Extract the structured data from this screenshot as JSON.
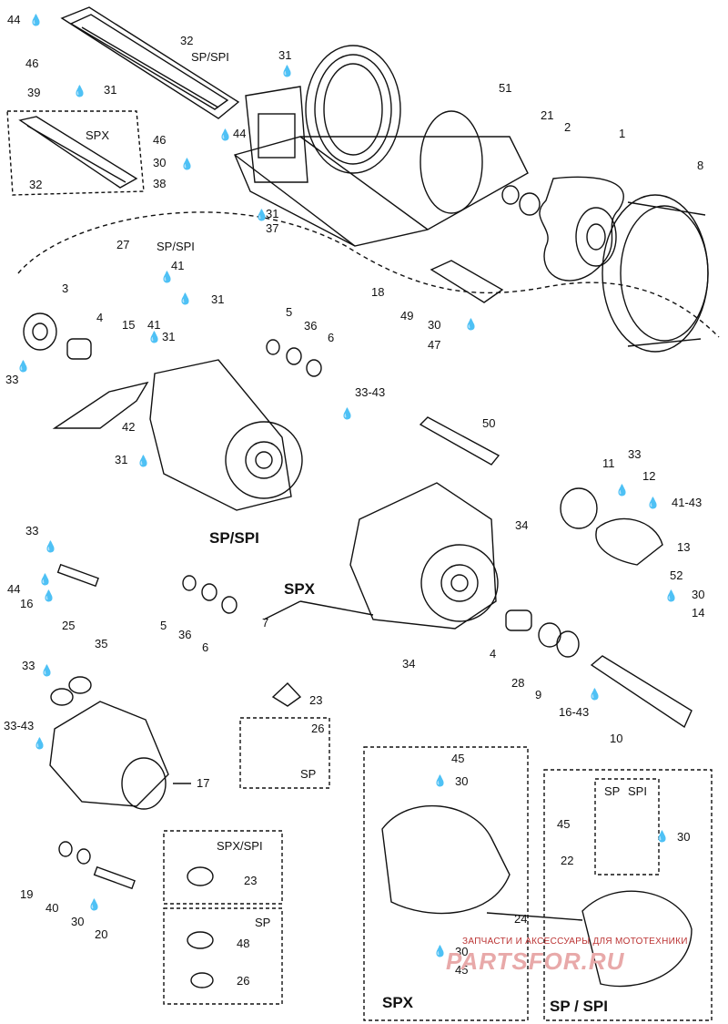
{
  "title": "",
  "callouts": {
    "c44a": "44",
    "c32a": "32",
    "spspi_top": "SP/SPI",
    "c46a": "46",
    "c39": "39",
    "c31a": "31",
    "spx_box": "SPX",
    "c32b": "32",
    "c46b": "46",
    "c30a": "30",
    "c38": "38",
    "c44b": "44",
    "c31b": "31",
    "c51": "51",
    "c21": "21",
    "c2": "2",
    "c1": "1",
    "c8": "8",
    "c31c": "31",
    "c37": "37",
    "c18": "18",
    "c49": "49",
    "c30b": "30",
    "c47": "47",
    "c27": "27",
    "spspi_27": "SP/SPI",
    "c41a": "41",
    "c31d": "31",
    "c3": "3",
    "c4a": "4",
    "c15": "15",
    "c41b": "41",
    "c31e": "31",
    "c33a": "33",
    "c5a": "5",
    "c36a": "36",
    "c6a": "6",
    "c42": "42",
    "c31f": "31",
    "c33_43a": "33-43",
    "spspi_main": "SP/SPI",
    "c50": "50",
    "c11": "11",
    "c33b": "33",
    "c12": "12",
    "c41_43": "41-43",
    "c13": "13",
    "c52": "52",
    "c30c": "30",
    "c14": "14",
    "c34a": "34",
    "spx_main": "SPX",
    "c33c": "33",
    "c44c": "44",
    "c16": "16",
    "c25": "25",
    "c5b": "5",
    "c36b": "36",
    "c6b": "6",
    "c7": "7",
    "c34b": "34",
    "c4b": "4",
    "c28": "28",
    "c9": "9",
    "c16_43": "16-43",
    "c10": "10",
    "c35": "35",
    "c33d": "33",
    "c23a": "23",
    "c26a": "26",
    "sp_26": "SP",
    "c33_43b": "33-43",
    "c17": "17",
    "c45a": "45",
    "c30d": "30",
    "sp_hdr": "SP",
    "spi_hdr": "SPI",
    "c45b": "45",
    "c30e": "30",
    "c22": "22",
    "spxspi_box": "SPX/SPI",
    "c23b": "23",
    "c19": "19",
    "c40": "40",
    "c30f": "30",
    "c20": "20",
    "sp_box2": "SP",
    "c48": "48",
    "c26b": "26",
    "c24": "24",
    "c30g": "30",
    "c45c": "45",
    "spx_bottom": "SPX",
    "spspi_bottom": "SP / SPI"
  },
  "watermark": {
    "caption": "ЗАПЧАСТИ И АКСЕССУАРЫ ДЛЯ МОТОТЕХНИКИ",
    "logo": "PARTSFOR.RU"
  }
}
